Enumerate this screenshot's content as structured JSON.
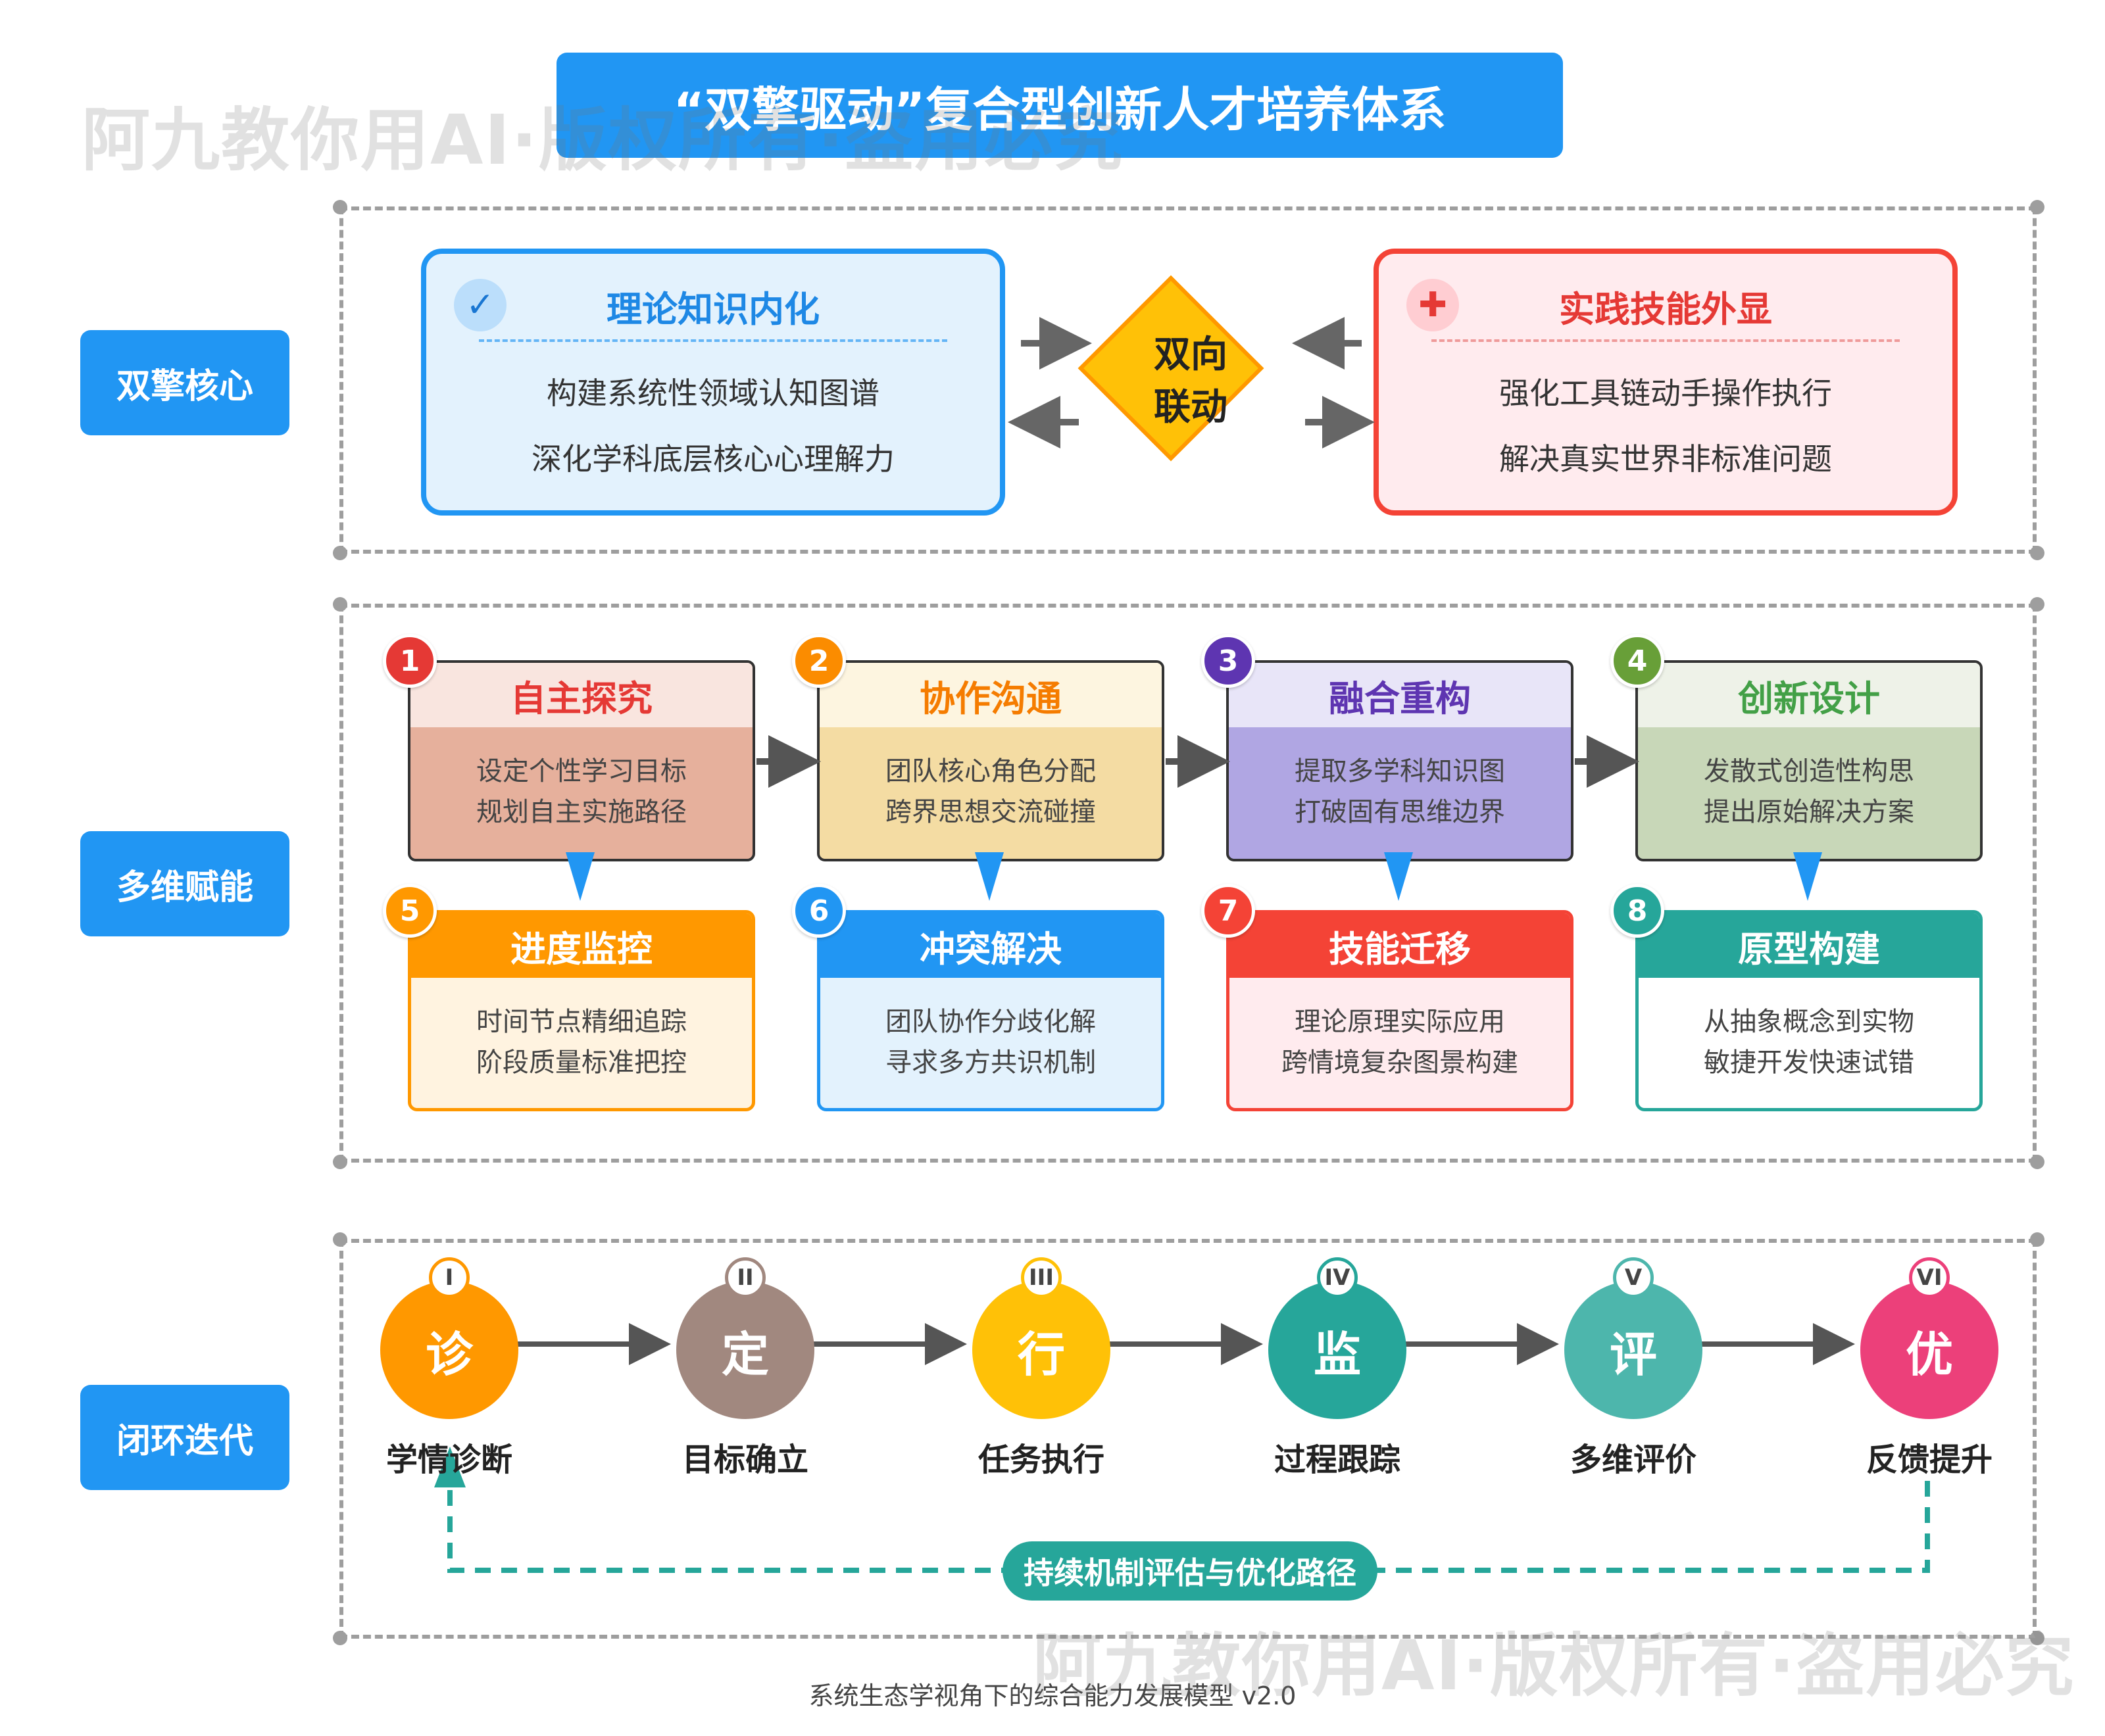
{
  "title": "“双擎驱动”复合型创新人才培养体系",
  "watermark": "阿九教你用AI·版权所有·盗用必究",
  "sections": {
    "core_label": "双擎核心",
    "empower_label": "多维赋能",
    "loop_label": "闭环迭代"
  },
  "core": {
    "left": {
      "title": "理论知识内化",
      "icon": "check-icon",
      "lines": [
        "构建系统性领域认知图谱",
        "深化学科底层核心心理解力"
      ]
    },
    "center": {
      "line1": "双向",
      "line2": "联动"
    },
    "right": {
      "title": "实践技能外显",
      "icon": "plus-icon",
      "lines": [
        "强化工具链动手操作执行",
        "解决真实世界非标准问题"
      ]
    }
  },
  "stages": [
    {
      "num": "1",
      "title": "自主探究",
      "lines": [
        "设定个性学习目标",
        "规划自主实施路径"
      ]
    },
    {
      "num": "2",
      "title": "协作沟通",
      "lines": [
        "团队核心角色分配",
        "跨界思想交流碰撞"
      ]
    },
    {
      "num": "3",
      "title": "融合重构",
      "lines": [
        "提取多学科知识图",
        "打破固有思维边界"
      ]
    },
    {
      "num": "4",
      "title": "创新设计",
      "lines": [
        "发散式创造性构思",
        "提出原始解决方案"
      ]
    }
  ],
  "substages": [
    {
      "num": "5",
      "title": "进度监控",
      "lines": [
        "时间节点精细追踪",
        "阶段质量标准把控"
      ]
    },
    {
      "num": "6",
      "title": "冲突解决",
      "lines": [
        "团队协作分歧化解",
        "寻求多方共识机制"
      ]
    },
    {
      "num": "7",
      "title": "技能迁移",
      "lines": [
        "理论原理实际应用",
        "跨情境复杂图景构建"
      ]
    },
    {
      "num": "8",
      "title": "原型构建",
      "lines": [
        "从抽象概念到实物",
        "敏捷开发快速试错"
      ]
    }
  ],
  "loop_steps": [
    {
      "roman": "I",
      "char": "诊",
      "label": "学情诊断",
      "color": "#ff9800"
    },
    {
      "roman": "II",
      "char": "定",
      "label": "目标确立",
      "color": "#a1887f"
    },
    {
      "roman": "III",
      "char": "行",
      "label": "任务执行",
      "color": "#ffc107"
    },
    {
      "roman": "IV",
      "char": "监",
      "label": "过程跟踪",
      "color": "#26a69a"
    },
    {
      "roman": "V",
      "char": "评",
      "label": "多维评价",
      "color": "#4db6ac"
    },
    {
      "roman": "VI",
      "char": "优",
      "label": "反馈提升",
      "color": "#ec407a"
    }
  ],
  "feedback": "持续机制评估与优化路径",
  "footer": "系统生态学视角下的综合能力发展模型 v2.0"
}
